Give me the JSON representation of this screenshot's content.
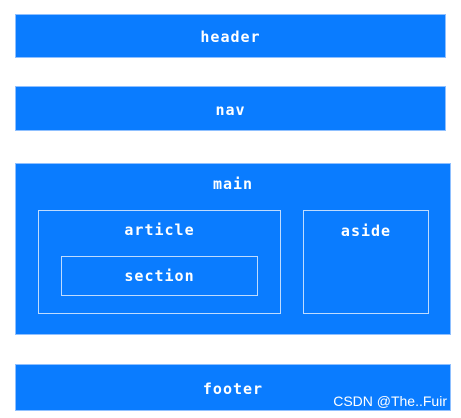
{
  "blocks": {
    "header": "header",
    "nav": "nav",
    "main": "main",
    "article": "article",
    "section": "section",
    "aside": "aside",
    "footer": "footer"
  },
  "watermark": "CSDN @The..Fuir",
  "colors": {
    "block_fill": "#0a7cff",
    "block_border": "#8fc0ff",
    "inner_border": "#bfdcff",
    "text": "#ffffff"
  }
}
